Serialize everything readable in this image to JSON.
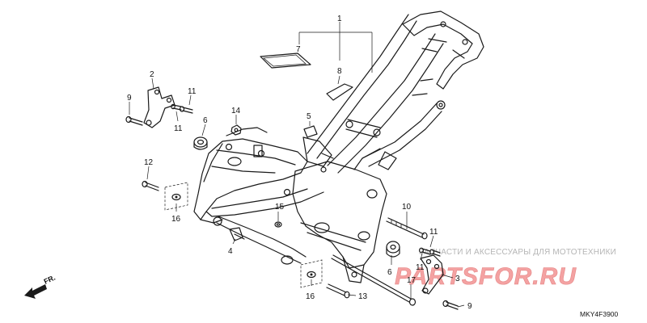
{
  "diagram": {
    "labels": {
      "l1": "1",
      "l2": "2",
      "l3": "3",
      "l4": "4",
      "l5": "5",
      "l6a": "6",
      "l6b": "6",
      "l7": "7",
      "l8": "8",
      "l9a": "9",
      "l9b": "9",
      "l10": "10",
      "l11a": "11",
      "l11b": "11",
      "l11c": "11",
      "l11d": "11",
      "l12": "12",
      "l13": "13",
      "l14": "14",
      "l15": "15",
      "l16a": "16",
      "l16b": "16",
      "l17": "17"
    },
    "front_arrow": "FR.",
    "diagram_code": "MKY4F3900"
  },
  "watermark": {
    "text": "ЗАПЧАСТИ И АКСЕССУАРЫ ДЛЯ МОТОТЕХНИКИ",
    "logo": "PARTSFOR.RU"
  }
}
